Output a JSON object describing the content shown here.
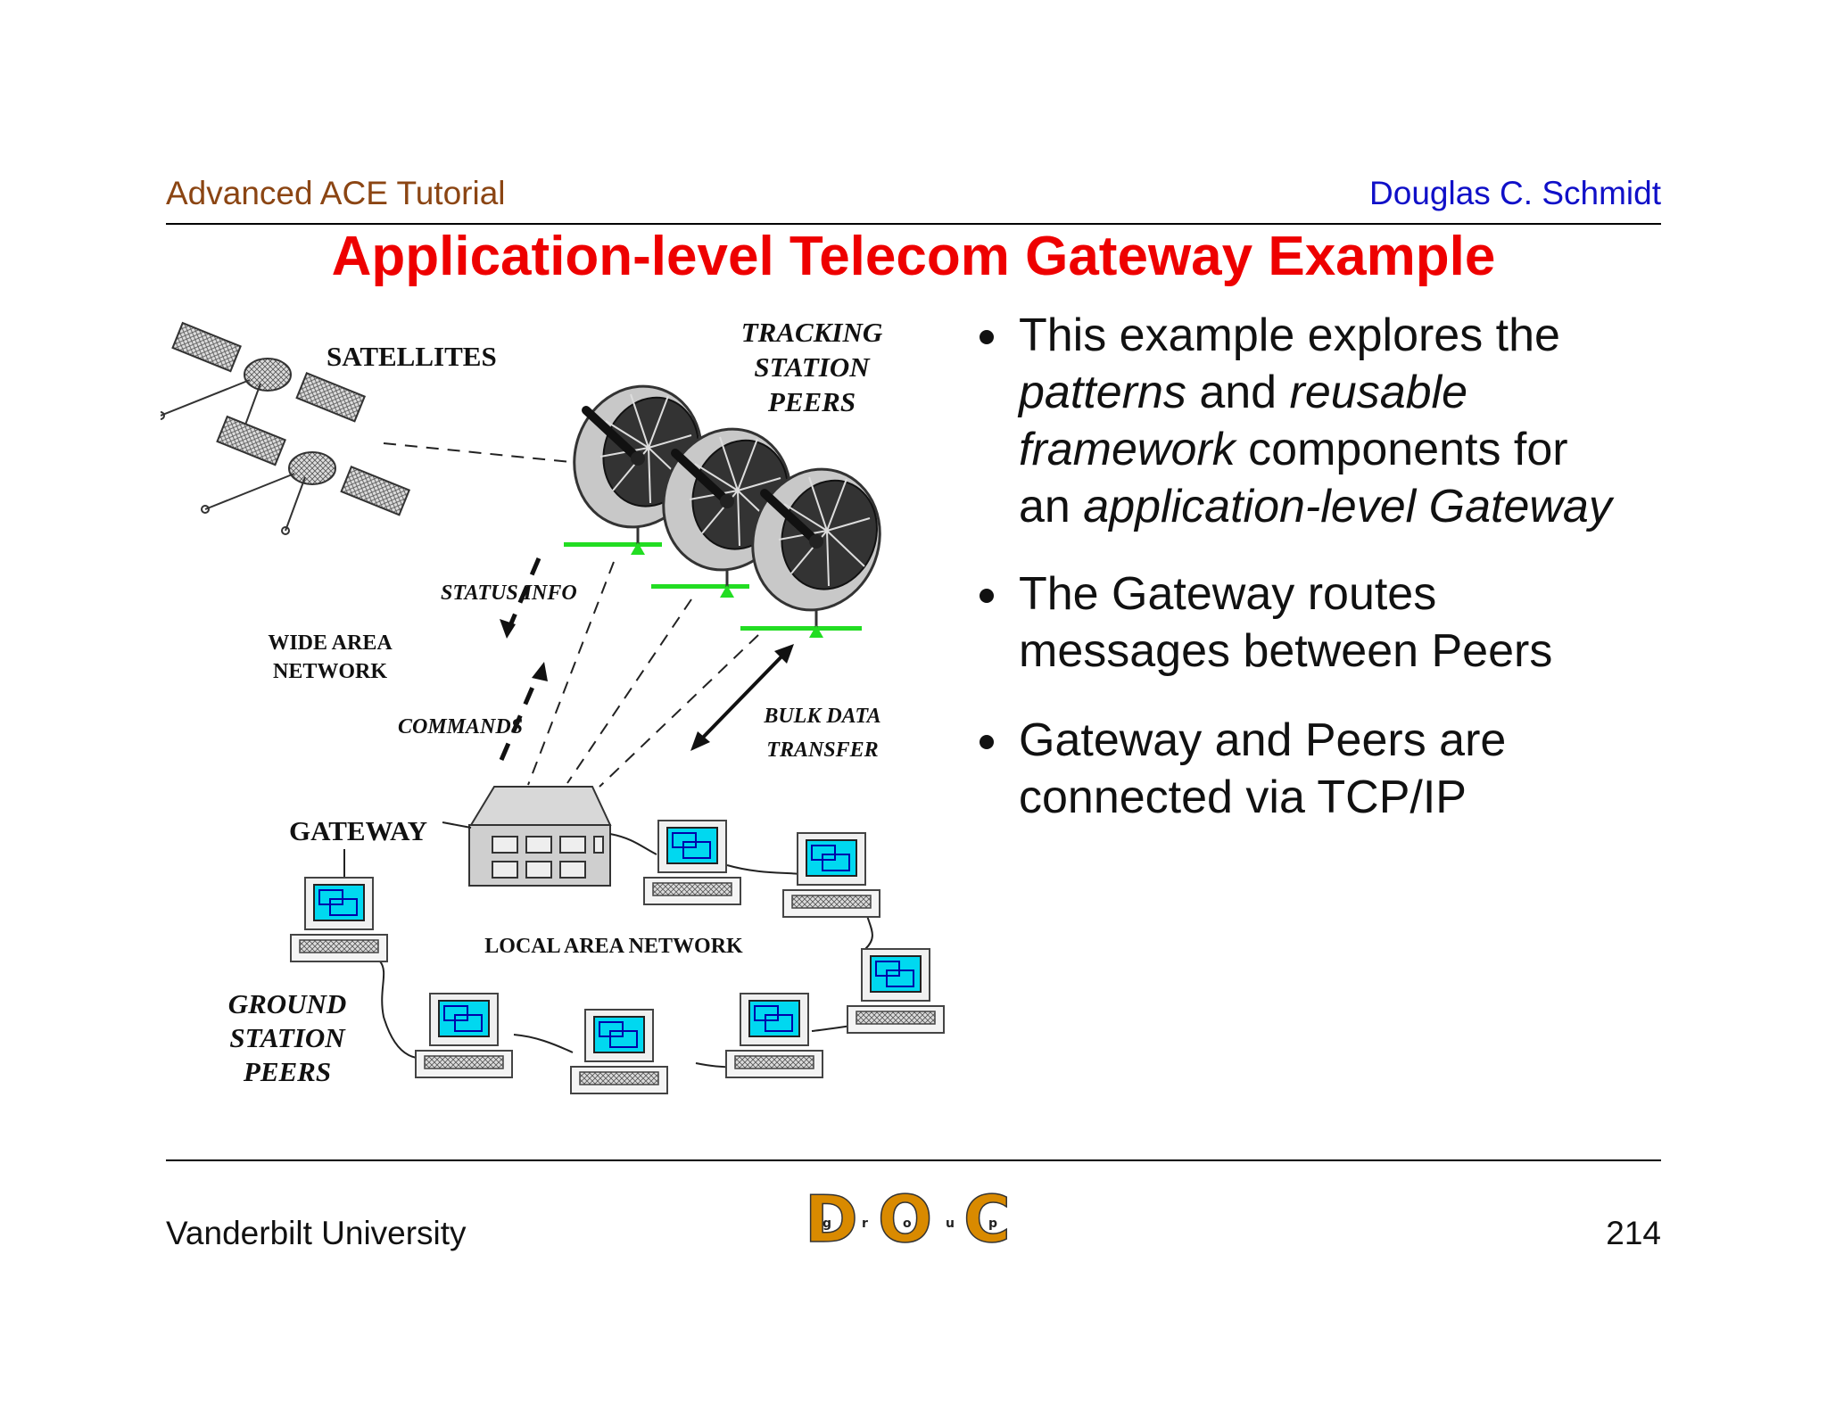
{
  "header": {
    "left": "Advanced ACE Tutorial",
    "right": "Douglas C. Schmidt",
    "title": "Application-level Telecom Gateway Example"
  },
  "diagram": {
    "satellites": "SATELLITES",
    "tracking": [
      "TRACKING",
      "STATION",
      "PEERS"
    ],
    "status_info": "STATUS INFO",
    "wan": [
      "WIDE AREA",
      "NETWORK"
    ],
    "commands": "COMMANDS",
    "bulk": [
      "BULK DATA",
      "TRANSFER"
    ],
    "gateway": "GATEWAY",
    "lan": "LOCAL AREA NETWORK",
    "ground": [
      "GROUND",
      "STATION",
      "PEERS"
    ]
  },
  "bullets": {
    "b1": {
      "p1": "This example explores the ",
      "e1": "patterns",
      "p2": " and ",
      "e2": "reusable framework",
      "p3": " components for an ",
      "e3": "application-level Gateway"
    },
    "b2": "The Gateway routes messages between Peers",
    "b3": "Gateway and Peers are connected via TCP/IP"
  },
  "footer": {
    "left": "Vanderbilt University",
    "page": "214",
    "logo_letters": [
      "D",
      "O",
      "C"
    ],
    "logo_small": [
      "g",
      "r",
      "o",
      "u",
      "p"
    ]
  },
  "colors": {
    "header_left": "#8b4513",
    "header_right": "#1010c8",
    "title": "#ee0000",
    "screen": "#00d8f0",
    "ground": "#22dd22",
    "logo": "#d98a00"
  }
}
